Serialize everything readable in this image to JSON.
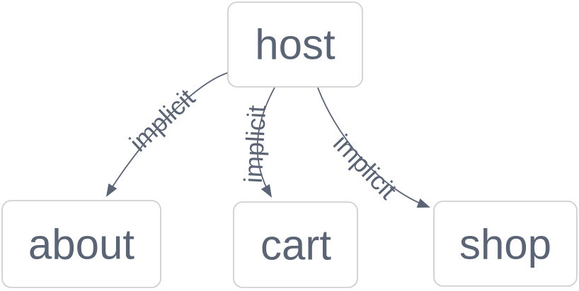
{
  "diagram": {
    "type": "graph",
    "colors": {
      "background": "#ffffff",
      "node_fill": "#ffffff",
      "node_border": "#c9cacc",
      "text": "#5b6474",
      "edge": "#5b6474"
    },
    "nodes": [
      {
        "id": "host",
        "label": "host"
      },
      {
        "id": "about",
        "label": "about"
      },
      {
        "id": "cart",
        "label": "cart"
      },
      {
        "id": "shop",
        "label": "shop"
      }
    ],
    "edges": [
      {
        "from": "host",
        "to": "about",
        "label": "implicit"
      },
      {
        "from": "host",
        "to": "cart",
        "label": "implicit"
      },
      {
        "from": "host",
        "to": "shop",
        "label": "implicit"
      }
    ]
  }
}
